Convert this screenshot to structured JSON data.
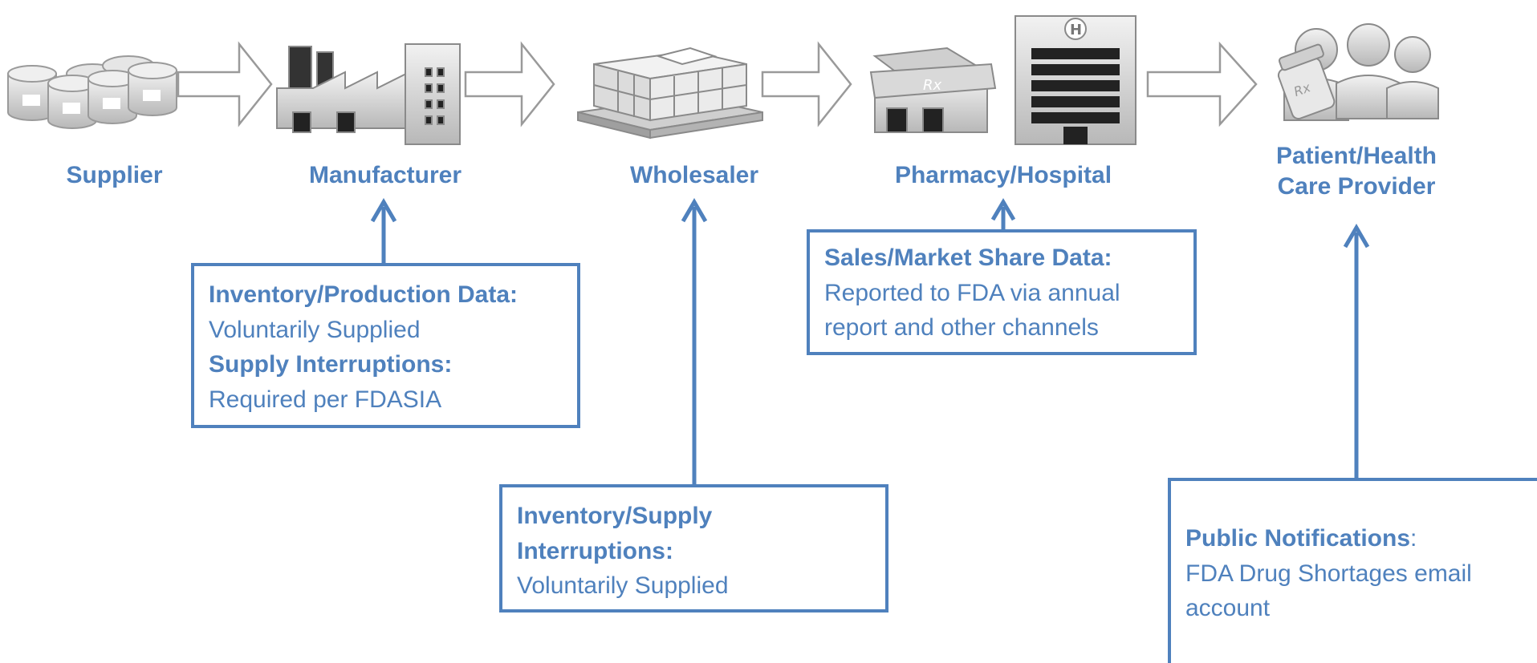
{
  "stages": [
    {
      "id": "supplier",
      "label": "Supplier",
      "icon": "barrels-icon"
    },
    {
      "id": "manufacturer",
      "label": "Manufacturer",
      "icon": "factory-icon"
    },
    {
      "id": "wholesaler",
      "label": "Wholesaler",
      "icon": "pallet-boxes-icon"
    },
    {
      "id": "pharmacy",
      "label": "Pharmacy/Hospital",
      "icon": "pharmacy-hospital-icon"
    },
    {
      "id": "patient",
      "label_line1": "Patient/Health",
      "label_line2": "Care Provider",
      "icon": "patients-rx-icon"
    }
  ],
  "boxes": {
    "manufacturer": {
      "heading1": "Inventory/Production Data:",
      "text1": "Voluntarily Supplied",
      "heading2": "Supply Interruptions:",
      "text2": "Required per FDASIA"
    },
    "wholesaler": {
      "heading_line1": "Inventory/Supply",
      "heading_line2": "Interruptions:",
      "text": "Voluntarily Supplied"
    },
    "pharmacy": {
      "heading": "Sales/Market Share Data:",
      "text_line1": "Reported to FDA via annual",
      "text_line2": "report and other channels"
    },
    "patient": {
      "heading": "Public Notifications",
      "colon": ":",
      "text_line1": "FDA Drug Shortages email",
      "text_line2": "account"
    }
  },
  "colors": {
    "accent": "#4F81BD",
    "icon_gray": "#9a9a9a",
    "icon_dark": "#222222"
  }
}
